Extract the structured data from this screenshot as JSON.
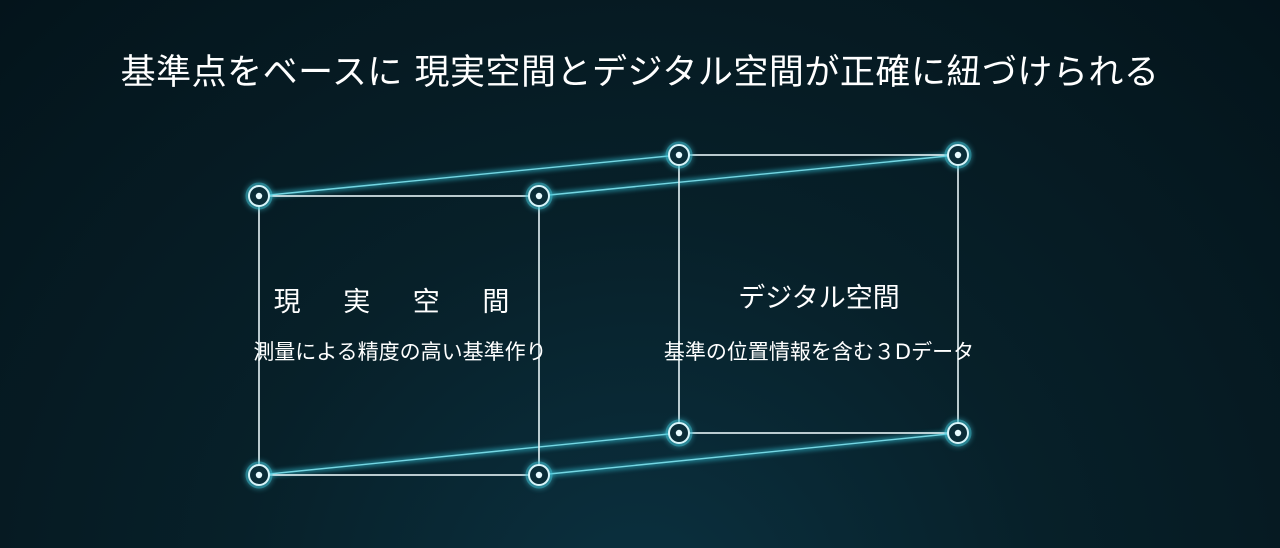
{
  "headline": "基準点をベースに 現実空間とデジタル空間が正確に紐づけられる",
  "real_space": {
    "title": "現 実 空 間",
    "subtitle": "測量による精度の高い基準作り"
  },
  "digital_space": {
    "title": "デジタル空間",
    "subtitle": "基準の位置情報を含む３Dデータ"
  },
  "colors": {
    "background": "#061a22",
    "frame_line": "#e6f4f7",
    "connector_glow": "#3fc4d6",
    "node_ring": "#d9f6fb"
  },
  "icons": {
    "node": "reference-point-node-icon"
  }
}
